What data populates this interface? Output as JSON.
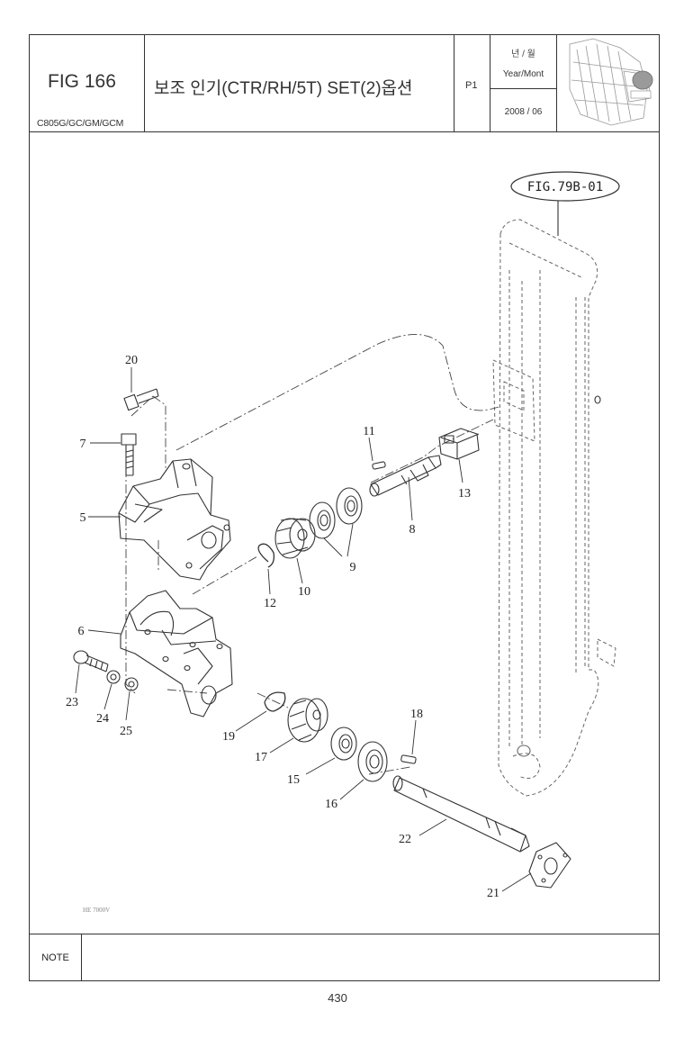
{
  "header": {
    "fig_label": "FIG 166",
    "models": "C805G/GC/GM/GCM",
    "title": "보조 인기(CTR/RH/5T) SET(2)옵션",
    "page_code": "P1",
    "year_month_ko": "년 / 월",
    "year_month_en": "Year/Mont",
    "date": "2008 / 06"
  },
  "diagram": {
    "reference": "FIG.79B-01",
    "part_numbers": [
      "20",
      "7",
      "5",
      "6",
      "23",
      "24",
      "25",
      "11",
      "13",
      "8",
      "9",
      "10",
      "12",
      "19",
      "17",
      "15",
      "16",
      "18",
      "22",
      "21"
    ],
    "stamp": "HE 7000V"
  },
  "note": {
    "label": "NOTE"
  },
  "footer": {
    "page_number": "430"
  }
}
